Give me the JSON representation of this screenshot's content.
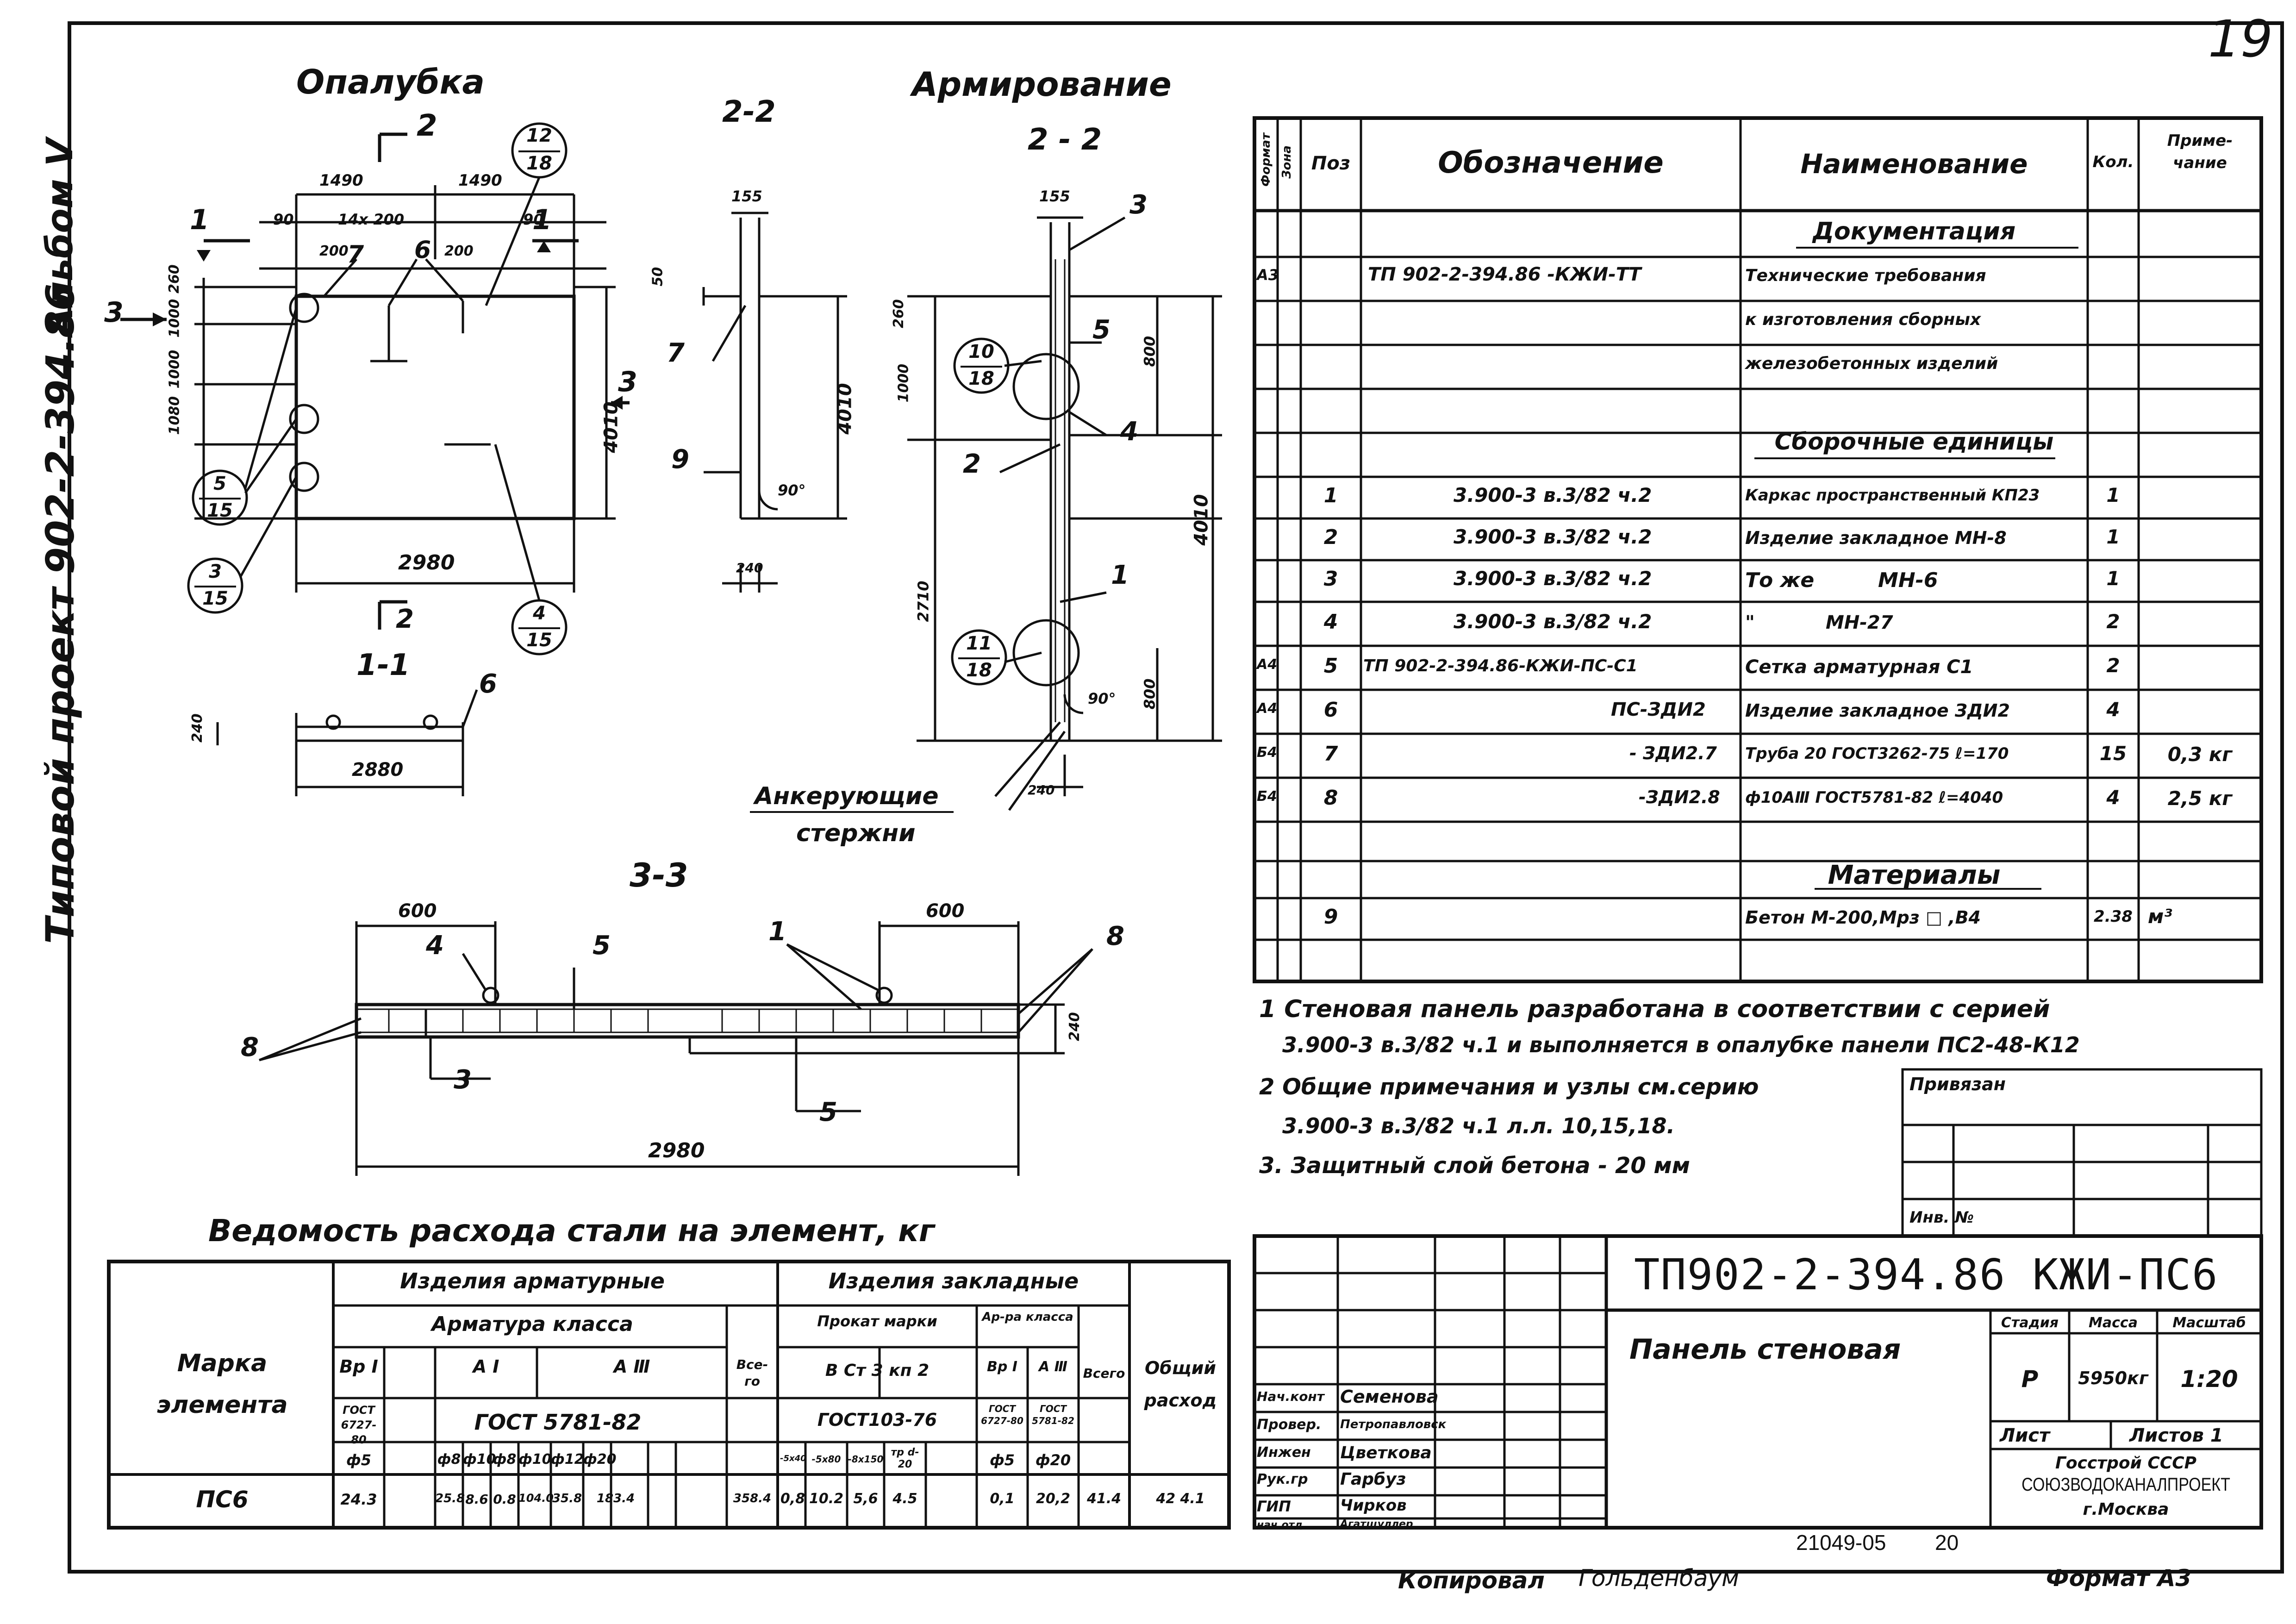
{
  "page_number": "19",
  "side": {
    "album": "Альбом Ⅴ",
    "project": "Типовой проект 902-2-394.86"
  },
  "titles": {
    "formwork": "Опалубка",
    "reinforcement": "Армирование",
    "sec22a": "2-2",
    "sec22b": "2 - 2",
    "sec11": "1-1",
    "sec33": "3-3",
    "steel_title": "Ведомость расхода стали на элемент, кг"
  },
  "dims": {
    "d1490a": "1490",
    "d1490b": "1490",
    "d90a": "90",
    "d14x200": "14х 200",
    "d90b": "90",
    "d200a": "200",
    "d200b": "200",
    "d260": "260",
    "d1000a": "1000",
    "d1000b": "1000",
    "d1080": "1080",
    "d4010a": "4010",
    "d2980a": "2980",
    "d240a": "240",
    "d2880": "2880",
    "d155a": "155",
    "d155b": "155",
    "d50": "50",
    "d4010b": "4010",
    "d240b": "240",
    "d90deg_a": "90°",
    "d260b": "260",
    "d800a": "800",
    "d1000c": "1000",
    "d4010c": "4010",
    "d2710": "2710",
    "d800b": "800",
    "d90deg_b": "90°",
    "d240c": "240",
    "d600a": "600",
    "d600b": "600",
    "d240d": "240",
    "d2980b": "2980"
  },
  "marks": {
    "m1": "1",
    "m1b": "1",
    "m2top": "2",
    "m2bot": "2",
    "m3": "3",
    "m3b": "3",
    "p7": "7",
    "p6": "6",
    "p6b": "6",
    "p7b": "7",
    "p9": "9",
    "p3": "3",
    "p5": "5",
    "p4": "4",
    "p2": "2",
    "p1": "1",
    "p4b": "4",
    "p5b": "5",
    "p1b": "1",
    "p8a": "8",
    "p8b": "8",
    "p3b": "3",
    "p5c": "5",
    "anchor1": "Анкерующие",
    "anchor2": "стержни"
  },
  "callouts": [
    {
      "top": "12",
      "bottom": "18"
    },
    {
      "top": "5",
      "bottom": "15"
    },
    {
      "top": "3",
      "bottom": "15"
    },
    {
      "top": "4",
      "bottom": "15"
    },
    {
      "top": "10",
      "bottom": "18"
    },
    {
      "top": "11",
      "bottom": "18"
    }
  ],
  "spec": {
    "headers": {
      "format": "Формат",
      "zone": "Зона",
      "pos": "Поз",
      "designation": "Обозначение",
      "name": "Наименование",
      "qty": "Кол.",
      "note": "Приме-чание"
    },
    "section_docs": "Документация",
    "section_assembly": "Сборочные единицы",
    "section_materials": "Материалы",
    "doc_rows": [
      {
        "format": "А3",
        "designation": "ТП 902-2-394.86 -КЖИ-ТТ",
        "name": "Технические требования"
      },
      {
        "format": "",
        "designation": "",
        "name": "к изготовления сборных"
      },
      {
        "format": "",
        "designation": "",
        "name": "железобетонных изделий"
      }
    ],
    "rows": [
      {
        "format": "",
        "pos": "1",
        "designation": "3.900-3 в.3/82 ч.2",
        "name": "Каркас пространственный КП23",
        "qty": "1",
        "note": ""
      },
      {
        "format": "",
        "pos": "2",
        "designation": "3.900-3 в.3/82 ч.2",
        "name": "Изделие закладное МН-8",
        "qty": "1",
        "note": ""
      },
      {
        "format": "",
        "pos": "3",
        "designation": "3.900-3 в.3/82 ч.2",
        "name": "То же         МН-6",
        "qty": "1",
        "note": ""
      },
      {
        "format": "",
        "pos": "4",
        "designation": "3.900-3 в.3/82 ч.2",
        "name": "\"           МН-27",
        "qty": "2",
        "note": ""
      },
      {
        "format": "А4",
        "pos": "5",
        "designation": "ТП 902-2-394.86-КЖИ-ПС-С1",
        "name": "Сетка арматурная С1",
        "qty": "2",
        "note": ""
      },
      {
        "format": "А4",
        "pos": "6",
        "designation": "ПС-ЗДИ2",
        "name": "Изделие закладное ЗДИ2",
        "qty": "4",
        "note": ""
      },
      {
        "format": "Б4",
        "pos": "7",
        "designation": "- ЗДИ2.7",
        "name": "Труба 20 ГОСТ3262-75 ℓ=170",
        "qty": "15",
        "note": "0,3 кг"
      },
      {
        "format": "Б4",
        "pos": "8",
        "designation": "-ЗДИ2.8",
        "name": "ф10АⅢ ГОСТ5781-82 ℓ=4040",
        "qty": "4",
        "note": "2,5 кг"
      }
    ],
    "material_row": {
      "pos": "9",
      "name": "Бетон М-200,Мрз □ ,В4",
      "qty": "2.38",
      "note": "м³"
    }
  },
  "notes": [
    "1 Стеновая панель разработана в соответствии с серией",
    "3.900-3 в.3/82 ч.1 и выполняется в опалубке панели ПС2-48-К12",
    "2 Общие примечания и узлы см.серию",
    "3.900-3 в.3/82 ч.1 л.л. 10,15,18.",
    "3. Защитный слой бетона - 20 мм"
  ],
  "binding": {
    "label": "Привязан",
    "inv": "Инв. №"
  },
  "title_block": {
    "code": "ТП902-2-394.86 КЖИ-ПС6",
    "name": "Панель стеновая",
    "stage_h": "Стадия",
    "mass_h": "Масса",
    "scale_h": "Масштаб",
    "stage": "Р",
    "mass": "5950кг",
    "scale": "1:20",
    "sheet": "Лист",
    "sheets": "Листов 1",
    "org1": "Госстрой СССР",
    "org2": "СОЮЗВОДОКАНАЛПРОЕКТ",
    "org3": "г.Москва",
    "roles": [
      {
        "role": "Нач.конт",
        "person": "Семенова"
      },
      {
        "role": "Провер.",
        "person": "Петропавловск"
      },
      {
        "role": "Инжен",
        "person": "Цветкова"
      },
      {
        "role": "Рук.гр",
        "person": "Гарбуз"
      },
      {
        "role": "ГИП",
        "person": "Чирков"
      },
      {
        "role": "нач.отд",
        "person": "Агатщуллер"
      }
    ]
  },
  "steel": {
    "h_mark": "Марка элемента",
    "h_arm": "Изделия арматурные",
    "h_cls": "Арматура класса",
    "h_br": "Вр Ⅰ",
    "h_a1": "А Ⅰ",
    "h_a3": "А Ⅲ",
    "h_gost1": "ГОСТ 6727-80",
    "h_gost2": "ГОСТ 5781-82",
    "h_total_a": "Все-го",
    "h_emb": "Изделия закладные",
    "h_prokat": "Прокат марки",
    "h_armcls": "Ар-ра класса",
    "h_vst": "В Ст 3 кп 2",
    "h_gost3": "ГОСТ103-76",
    "h_br2": "Вр Ⅰ",
    "h_a3b": "А Ⅲ",
    "h_g4": "ГОСТ 6727-80",
    "h_g5": "ГОСТ 5781-82",
    "h_total_b": "Всего",
    "h_common": "Общий расход",
    "diams": [
      "ф5",
      "ф8",
      "ф10",
      "ф8",
      "ф10",
      "ф12",
      "ф20",
      "-5х40",
      "-5х80",
      "-8х150",
      "тр d-20",
      "ф5",
      "ф20"
    ],
    "row": [
      "ПС6",
      "24.3",
      "25.8",
      "8.6",
      "0.8",
      "104.0",
      "35.8",
      "183.4",
      "358.4",
      "0,8",
      "10.2",
      "5,6",
      "4.5",
      "0,1",
      "20,2",
      "41.4",
      "42 4.1"
    ]
  },
  "footer": {
    "copied": "Копировал",
    "copier": "Гольденбаум",
    "order": "21049-05",
    "num": "20",
    "format": "Формат А3"
  }
}
